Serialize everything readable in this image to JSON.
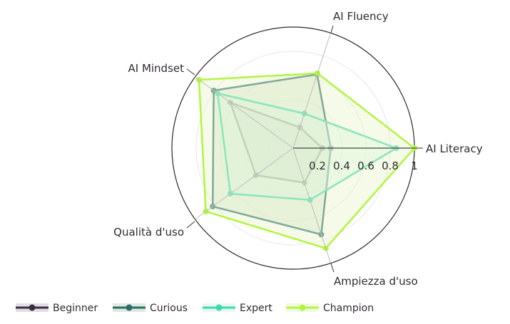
{
  "chart_data": {
    "type": "radar",
    "axes": [
      "AI Literacy",
      "AI Fluency",
      "AI Mindset",
      "Qualità d'uso",
      "Ampiezza d'uso"
    ],
    "radial_ticks": [
      "0.2",
      "0.4",
      "0.6",
      "0.8",
      "1"
    ],
    "rlim": [
      0,
      1
    ],
    "grid": true,
    "legend": "bottom-left",
    "series": [
      {
        "name": "Beginner",
        "values": [
          0.24,
          0.18,
          0.64,
          0.38,
          0.3
        ],
        "color": "#3d2a44",
        "fill": "#cdc9ce"
      },
      {
        "name": "Curious",
        "values": [
          0.31,
          0.64,
          0.81,
          0.82,
          0.75
        ],
        "color": "#2c6a6e",
        "fill": "#c7dcc4"
      },
      {
        "name": "Expert",
        "values": [
          0.85,
          0.3,
          0.77,
          0.64,
          0.45
        ],
        "color": "#3ed7b0",
        "fill": "#d6f3e6"
      },
      {
        "name": "Champion",
        "values": [
          1.0,
          0.65,
          0.96,
          0.89,
          0.87
        ],
        "color": "#b2f540",
        "fill": "#e8f7cc"
      }
    ]
  }
}
